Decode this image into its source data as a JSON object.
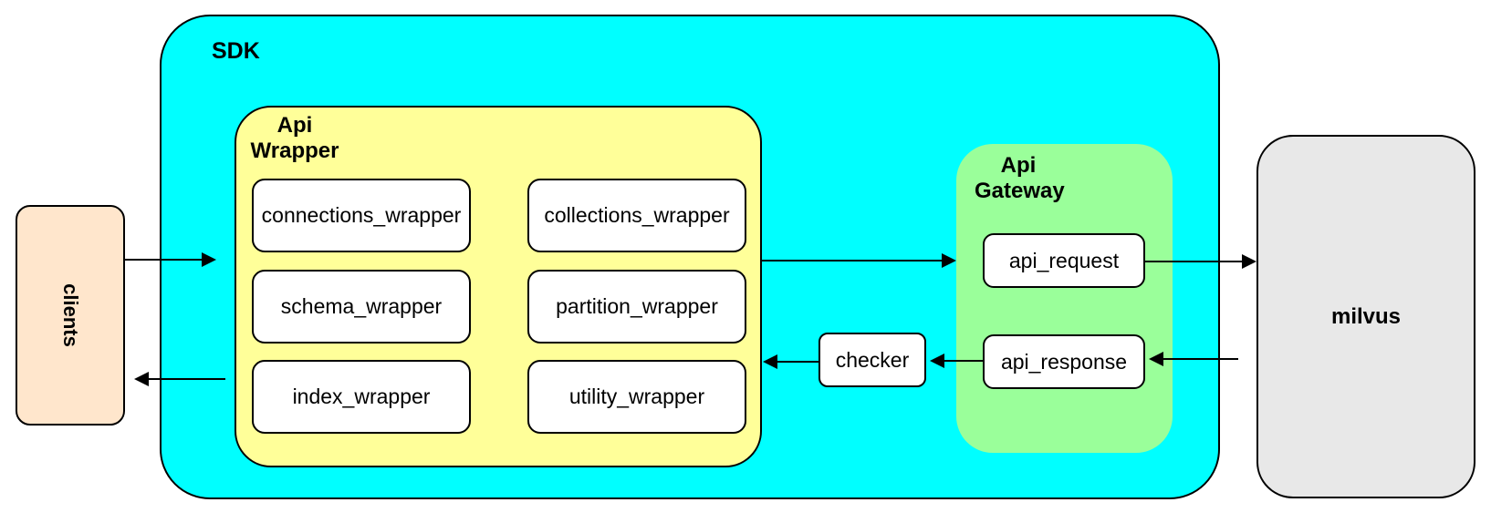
{
  "clients": {
    "label": "clients"
  },
  "sdk": {
    "label": "SDK"
  },
  "api_wrapper": {
    "label_line1": "Api",
    "label_line2": "Wrapper",
    "modules": [
      {
        "label": "connections_wrapper"
      },
      {
        "label": "collections_wrapper"
      },
      {
        "label": "schema_wrapper"
      },
      {
        "label": "partition_wrapper"
      },
      {
        "label": "index_wrapper"
      },
      {
        "label": "utility_wrapper"
      }
    ]
  },
  "checker": {
    "label": "checker"
  },
  "api_gateway": {
    "label_line1": "Api",
    "label_line2": "Gateway",
    "request_label": "api_request",
    "response_label": "api_response"
  },
  "milvus": {
    "label": "milvus"
  },
  "colors": {
    "sdk_fill": "#00FFFF",
    "api_wrapper_fill": "#FFFF99",
    "api_gateway_fill": "#9AFF9A",
    "clients_fill": "#FFE6CC",
    "milvus_fill": "#E8E8E8",
    "module_fill": "#FFFFFF",
    "border": "#000000",
    "background": "#FFFFFF"
  },
  "connections": [
    {
      "from": "clients",
      "to": "sdk"
    },
    {
      "from": "sdk",
      "to": "clients"
    },
    {
      "from": "api_wrapper",
      "to": "api_gateway"
    },
    {
      "from": "api_request",
      "to": "milvus"
    },
    {
      "from": "milvus",
      "to": "api_response"
    },
    {
      "from": "api_response",
      "to": "checker"
    },
    {
      "from": "checker",
      "to": "api_wrapper"
    }
  ]
}
